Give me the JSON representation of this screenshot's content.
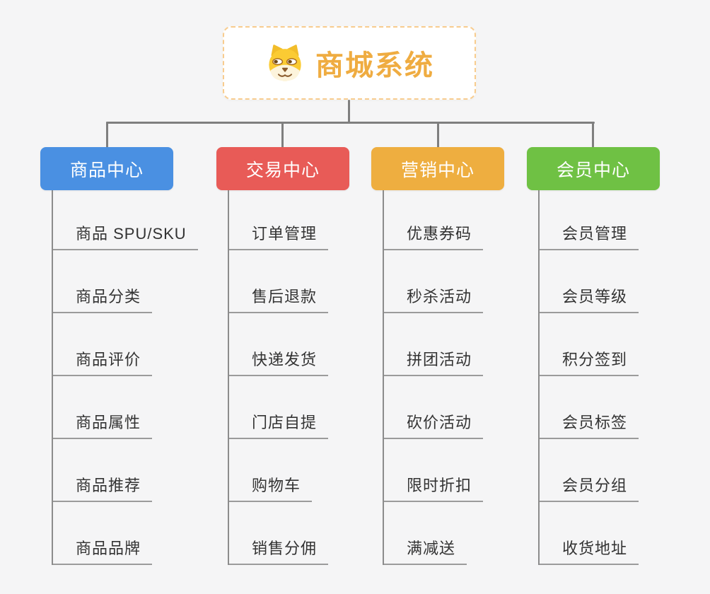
{
  "root": {
    "title": "商城系统",
    "icon": "doge-icon"
  },
  "branches": [
    {
      "label": "商品中心",
      "color": "#4a90e2",
      "children": [
        "商品 SPU/SKU",
        "商品分类",
        "商品评价",
        "商品属性",
        "商品推荐",
        "商品品牌"
      ]
    },
    {
      "label": "交易中心",
      "color": "#e85b57",
      "children": [
        "订单管理",
        "售后退款",
        "快递发货",
        "门店自提",
        "购物车",
        "销售分佣"
      ]
    },
    {
      "label": "营销中心",
      "color": "#eeae40",
      "children": [
        "优惠券码",
        "秒杀活动",
        "拼团活动",
        "砍价活动",
        "限时折扣",
        "满减送"
      ]
    },
    {
      "label": "会员中心",
      "color": "#6fc144",
      "children": [
        "会员管理",
        "会员等级",
        "积分签到",
        "会员标签",
        "会员分组",
        "收货地址"
      ]
    }
  ],
  "colors": {
    "background": "#f5f5f6",
    "connector": "#7f7f7f",
    "child_connector": "#9b9b9b",
    "leaf_text": "#333333",
    "root_text": "#efac41",
    "root_border": "#f8cc8e",
    "branch_text": "#ffffff"
  }
}
